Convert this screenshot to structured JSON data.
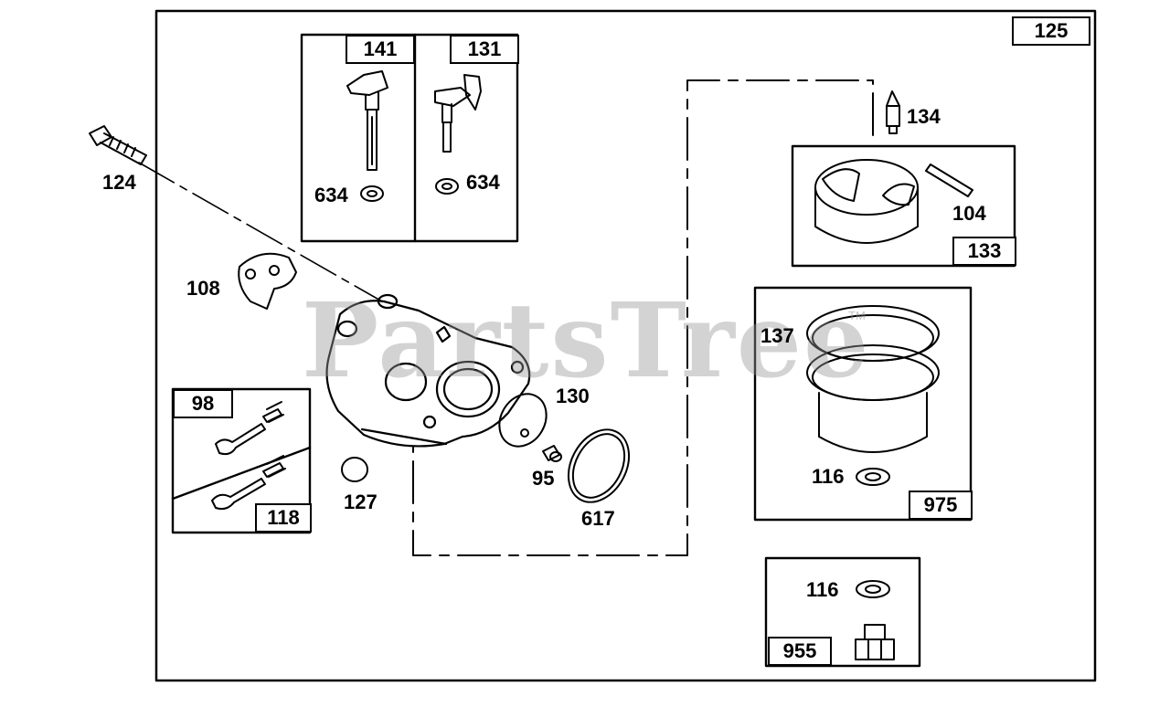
{
  "diagram": {
    "watermark": "PartsTree",
    "watermark_tm": "TM",
    "frame_label": "125",
    "inset_labels": {
      "throttle_shaft_a": "141",
      "throttle_shaft_b": "131",
      "float_kit": "133",
      "bowl_kit": "975",
      "screw_kit_a": "98",
      "screw_kit_b": "118",
      "drain_kit": "955"
    },
    "callouts": {
      "bolt": "124",
      "washer_left": "634",
      "washer_right": "634",
      "gasket_108": "108",
      "inlet_needle": "134",
      "hinge_pin": "104",
      "o_ring": "137",
      "plug_130": "130",
      "seal_617": "617",
      "screw_95": "95",
      "welch_plug": "127",
      "bowl_washer": "116",
      "drain_washer": "116"
    },
    "colors": {
      "ink": "#000000",
      "watermark": "#969696"
    }
  }
}
